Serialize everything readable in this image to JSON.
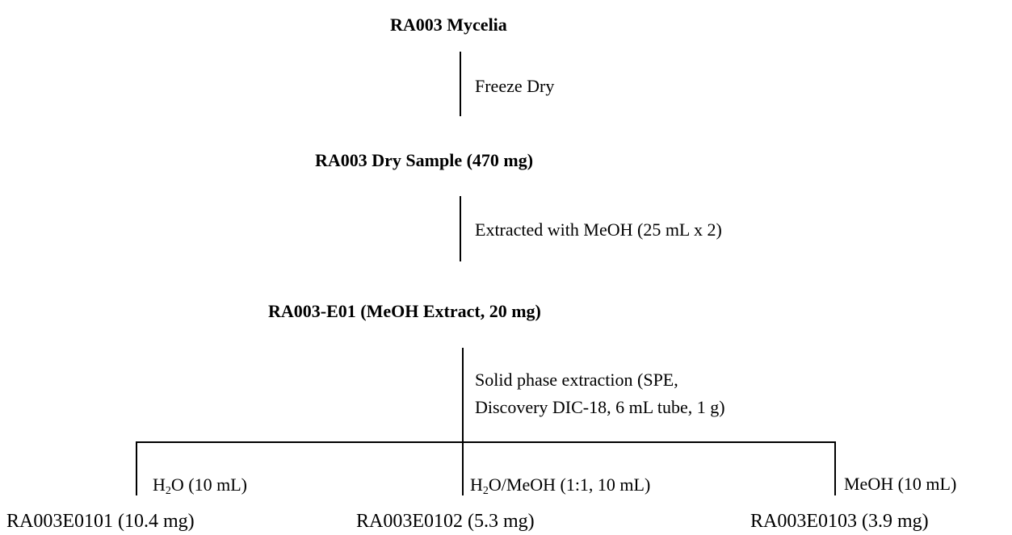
{
  "nodes": {
    "mycelia": "RA003 Mycelia",
    "dry_sample": "RA003 Dry Sample (470 mg)",
    "extract": "RA003-E01 (MeOH Extract, 20 mg)",
    "fraction1": "RA003E0101 (10.4 mg)",
    "fraction2": "RA003E0102 (5.3 mg)",
    "fraction3": "RA003E0103 (3.9 mg)"
  },
  "steps": {
    "freeze_dry": "Freeze Dry",
    "methanol_extraction": "Extracted with MeOH (25 mL x 2)",
    "spe_line1": "Solid phase extraction (SPE,",
    "spe_line2": "Discovery DIC-18, 6 mL tube, 1 g)",
    "eluent1_prefix": "H",
    "eluent1_sub": "2",
    "eluent1_suffix": "O (10 mL)",
    "eluent2_prefix": "H",
    "eluent2_sub": "2",
    "eluent2_suffix": "O/MeOH (1:1, 10 mL)",
    "eluent3": "MeOH (10 mL)"
  }
}
